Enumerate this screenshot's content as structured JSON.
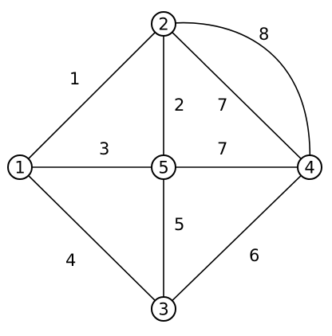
{
  "graph": {
    "nodes": [
      {
        "id": "n1",
        "label": "1"
      },
      {
        "id": "n2",
        "label": "2"
      },
      {
        "id": "n3",
        "label": "3"
      },
      {
        "id": "n4",
        "label": "4"
      },
      {
        "id": "n5",
        "label": "5"
      }
    ],
    "edges": [
      {
        "id": "e12",
        "from": "1",
        "to": "2",
        "weight": "1"
      },
      {
        "id": "e25",
        "from": "2",
        "to": "5",
        "weight": "2"
      },
      {
        "id": "e24",
        "from": "2",
        "to": "4",
        "weight": "7",
        "shape": "straight"
      },
      {
        "id": "e24arc",
        "from": "2",
        "to": "4",
        "weight": "8",
        "shape": "arc"
      },
      {
        "id": "e15",
        "from": "1",
        "to": "5",
        "weight": "3"
      },
      {
        "id": "e54",
        "from": "5",
        "to": "4",
        "weight": "7"
      },
      {
        "id": "e53",
        "from": "5",
        "to": "3",
        "weight": "5"
      },
      {
        "id": "e13",
        "from": "1",
        "to": "3",
        "weight": "4"
      },
      {
        "id": "e34",
        "from": "3",
        "to": "4",
        "weight": "6"
      }
    ]
  },
  "colors": {
    "stroke": "#000000",
    "background": "#ffffff"
  }
}
